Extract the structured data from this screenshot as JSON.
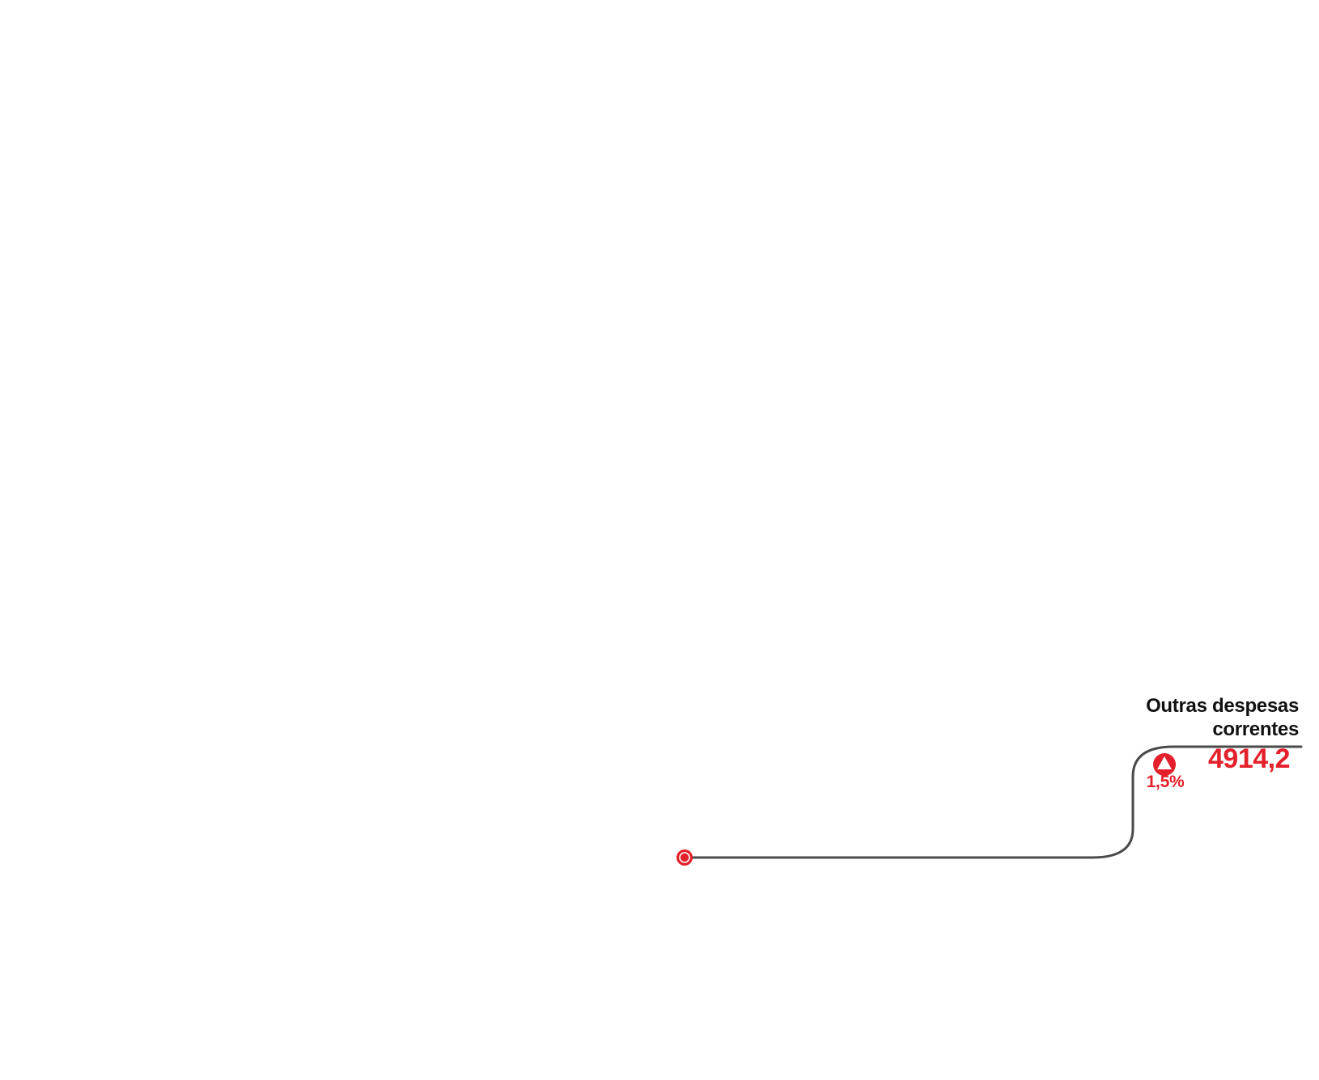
{
  "callout": {
    "title_line1": "Outras despesas",
    "title_line2": "correntes",
    "value": "4914,2",
    "change": "1,5%",
    "change_direction": "up",
    "change_icon": "up-triangle-icon"
  },
  "colors": {
    "accent": "#e4202a",
    "line": "#4a4a4a",
    "text": "#111111"
  }
}
